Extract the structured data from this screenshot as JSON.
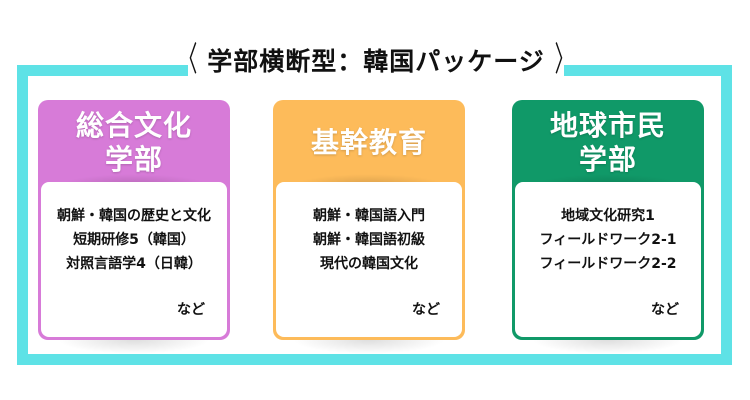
{
  "title": {
    "open_bracket": "〈",
    "text": "学部横断型：韓国パッケージ",
    "close_bracket": "〉"
  },
  "colors": {
    "frame": "#5EE2E6",
    "purple": "#D77BD8",
    "orange": "#FDBB5A",
    "green": "#109968"
  },
  "cards": [
    {
      "header_line1": "総合文化",
      "header_line2": "学部",
      "courses": [
        "朝鮮・韓国の歴史と文化",
        "短期研修5（韓国）",
        "対照言語学4（日韓）"
      ],
      "etc": "など"
    },
    {
      "header_line1": "基幹教育",
      "header_line2": "",
      "courses": [
        "朝鮮・韓国語入門",
        "朝鮮・韓国語初級",
        "現代の韓国文化"
      ],
      "etc": "など"
    },
    {
      "header_line1": "地球市民",
      "header_line2": "学部",
      "courses": [
        "地域文化研究1",
        "フィールドワーク2-1",
        "フィールドワーク2-2"
      ],
      "etc": "など"
    }
  ]
}
